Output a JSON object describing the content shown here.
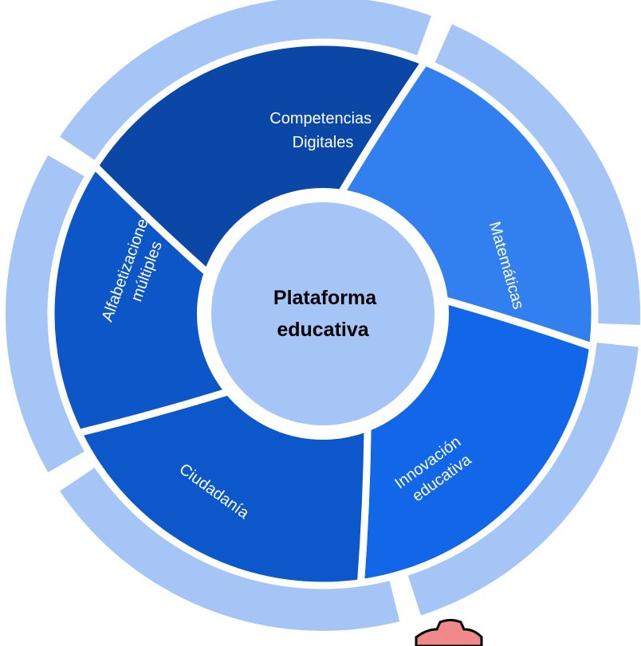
{
  "center": {
    "lines": [
      "Plataforma",
      "educativa"
    ]
  },
  "segments": [
    {
      "id": "competencias",
      "lines": [
        "Competencias",
        "Digitales"
      ],
      "color": "#0b47a6"
    },
    {
      "id": "matematicas",
      "lines": [
        "Matemáticas"
      ],
      "color": "#327ff0"
    },
    {
      "id": "innovacion",
      "lines": [
        "Innovación",
        "educativa"
      ],
      "color": "#1167e8"
    },
    {
      "id": "ciudadania",
      "lines": [
        "Ciudadanía"
      ],
      "color": "#0c57c9"
    },
    {
      "id": "alfabetizaciones",
      "lines": [
        "Alfabetizaciones",
        "múltiples"
      ],
      "color": "#0c56c7"
    }
  ],
  "colors": {
    "outer_ring": "#a5c5f7",
    "center_fill": "#a5c5f7",
    "background": "#ffffff",
    "logo_fill": "#f08a8a",
    "logo_stroke": "#000000"
  }
}
